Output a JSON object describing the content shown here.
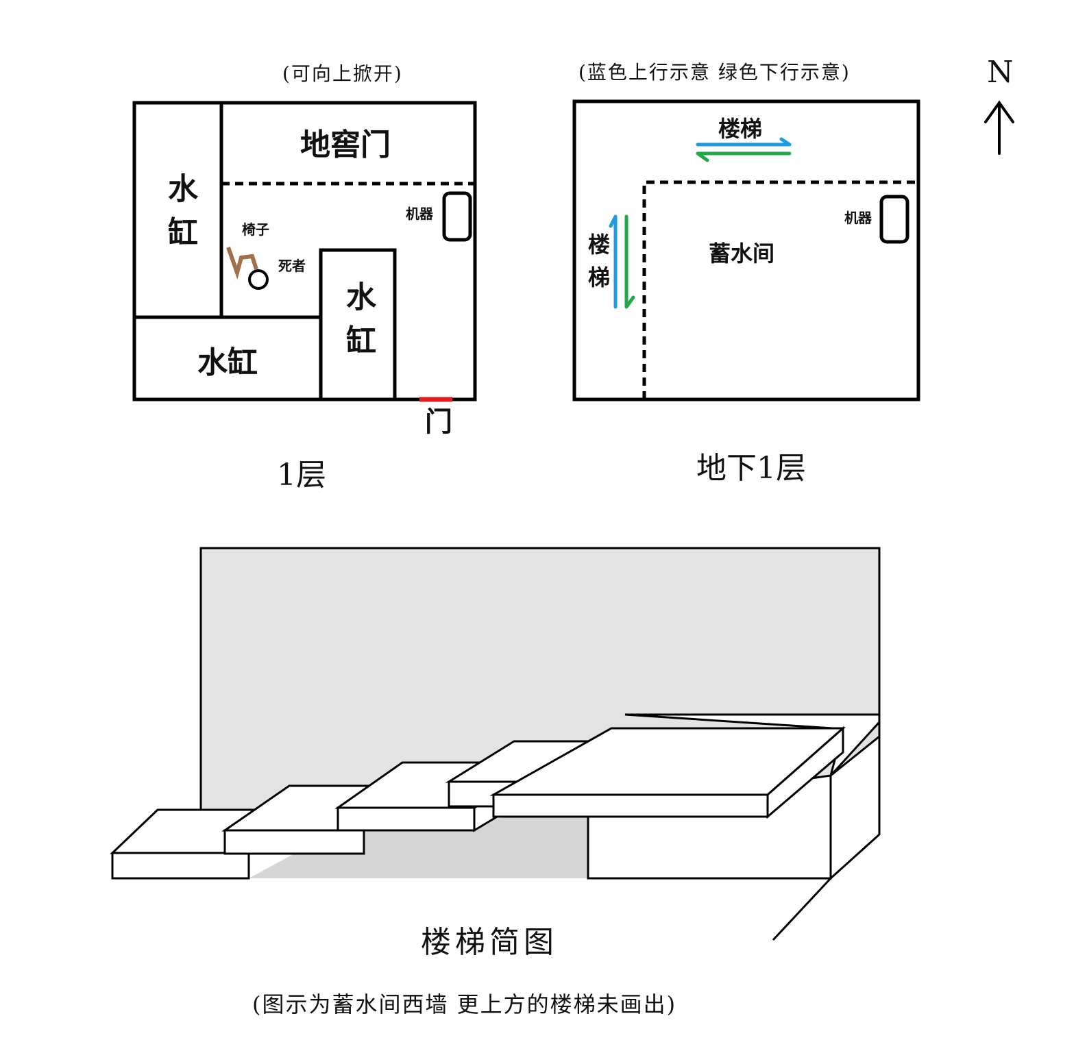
{
  "floor1": {
    "note": "(可向上掀开)",
    "cellar_door": "地窖门",
    "tank_left": "水缸",
    "tank_bottom": "水缸",
    "tank_center": "水缸",
    "chair": "椅子",
    "deceased": "死者",
    "machine": "机器",
    "door": "门",
    "title": "1层",
    "door_color": "#e02020",
    "chair_color": "#a0704a"
  },
  "basement": {
    "note": "(蓝色上行示意 绿色下行示意)",
    "stairs_top": "楼梯",
    "stairs_side": "楼梯",
    "reservoir": "蓄水间",
    "machine": "机器",
    "title": "地下1层",
    "up_color": "#1e9be0",
    "down_color": "#22a84a"
  },
  "compass": {
    "label": "N"
  },
  "stairs_sketch": {
    "title": "楼梯简图",
    "note": "(图示为蓄水间西墙 更上方的楼梯未画出)",
    "wall_color": "#e3e3e3",
    "shadow_color": "#d6d6d6"
  }
}
